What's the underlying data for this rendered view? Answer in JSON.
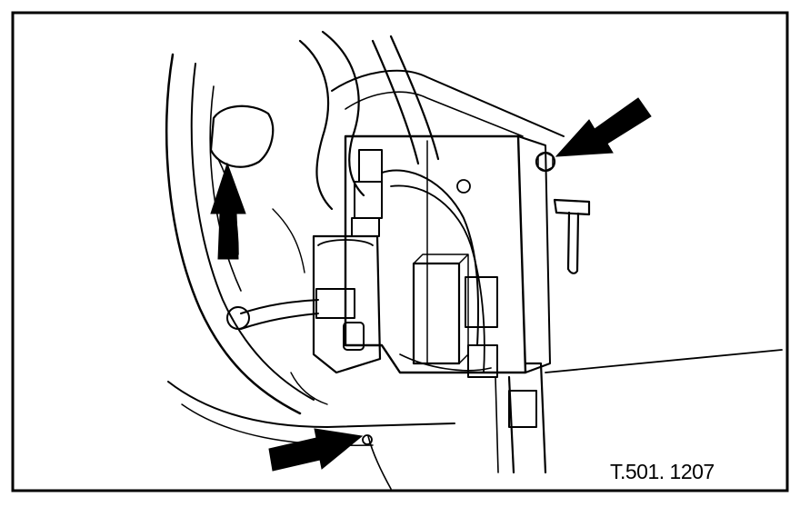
{
  "figure": {
    "reference_code": "T.501. 1207",
    "colors": {
      "ink": "#000000",
      "paper": "#ffffff"
    },
    "arrows": [
      {
        "name": "upper-left-arrow",
        "direction": "up"
      },
      {
        "name": "upper-right-arrow",
        "direction": "down-left"
      },
      {
        "name": "bottom-arrow",
        "direction": "right"
      }
    ]
  }
}
